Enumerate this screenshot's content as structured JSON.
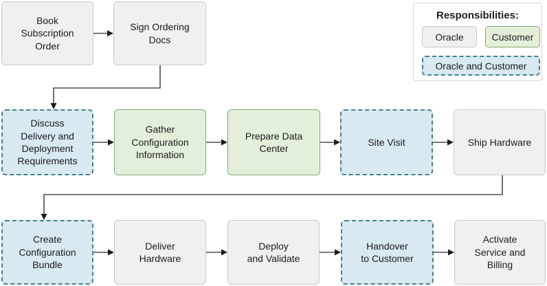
{
  "legend": {
    "title": "Responsibilities:",
    "items": [
      {
        "label": "Oracle",
        "responsibility": "oracle"
      },
      {
        "label": "Customer",
        "responsibility": "customer"
      },
      {
        "label": "Oracle and Customer",
        "responsibility": "oracle-customer"
      }
    ]
  },
  "flow": {
    "nodes": [
      {
        "label": "Book\nSubscription\nOrder",
        "responsibility": "oracle"
      },
      {
        "label": "Sign Ordering\nDocs",
        "responsibility": "oracle"
      },
      {
        "label": "Discuss\nDelivery and\nDeployment\nRequirements",
        "responsibility": "oracle-customer"
      },
      {
        "label": "Gather\nConfiguration\nInformation",
        "responsibility": "customer"
      },
      {
        "label": "Prepare Data\nCenter",
        "responsibility": "customer"
      },
      {
        "label": "Site Visit",
        "responsibility": "oracle-customer"
      },
      {
        "label": "Ship Hardware",
        "responsibility": "oracle"
      },
      {
        "label": "Create\nConfiguration\nBundle",
        "responsibility": "oracle-customer"
      },
      {
        "label": "Deliver\nHardware",
        "responsibility": "oracle"
      },
      {
        "label": "Deploy\nand Validate",
        "responsibility": "oracle"
      },
      {
        "label": "Handover\nto Customer",
        "responsibility": "oracle-customer"
      },
      {
        "label": "Activate\nService and\nBilling",
        "responsibility": "oracle"
      }
    ]
  },
  "colors": {
    "oracle_fill": "#f1f0ee",
    "oracle_border": "#c9c8c5",
    "customer_fill": "#e3efdb",
    "customer_border": "#84a86e",
    "both_fill": "#d8e9f1",
    "both_border": "#44808f",
    "connector": "#4d4d4d",
    "text": "#1c1c1c"
  }
}
